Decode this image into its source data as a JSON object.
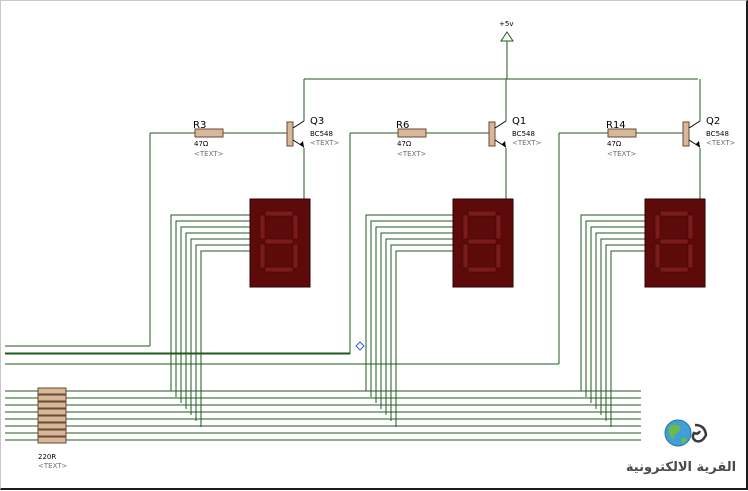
{
  "supply": {
    "label": "+5v"
  },
  "transistors": [
    {
      "ref": "Q3",
      "part": "BC548",
      "text": "<TEXT>"
    },
    {
      "ref": "Q1",
      "part": "BC548",
      "text": "<TEXT>"
    },
    {
      "ref": "Q2",
      "part": "BC548",
      "text": "<TEXT>"
    }
  ],
  "resistors": [
    {
      "ref": "R3",
      "value": "47Ω",
      "text": "<TEXT>"
    },
    {
      "ref": "R6",
      "value": "47Ω",
      "text": "<TEXT>"
    },
    {
      "ref": "R14",
      "value": "47Ω",
      "text": "<TEXT>"
    }
  ],
  "resistor_array": {
    "value": "220R",
    "text": "<TEXT>"
  },
  "displays": [
    {
      "digit": "8"
    },
    {
      "digit": "8"
    },
    {
      "digit": "8"
    }
  ],
  "logo": {
    "text": "القرية الالكترونية"
  },
  "colors": {
    "wire": "#1f5a1f",
    "display_body": "#5c0a0a",
    "segment": "#7a1a1a",
    "resistor": "#d8b89a",
    "logo_globe": "#3f9fd6"
  }
}
